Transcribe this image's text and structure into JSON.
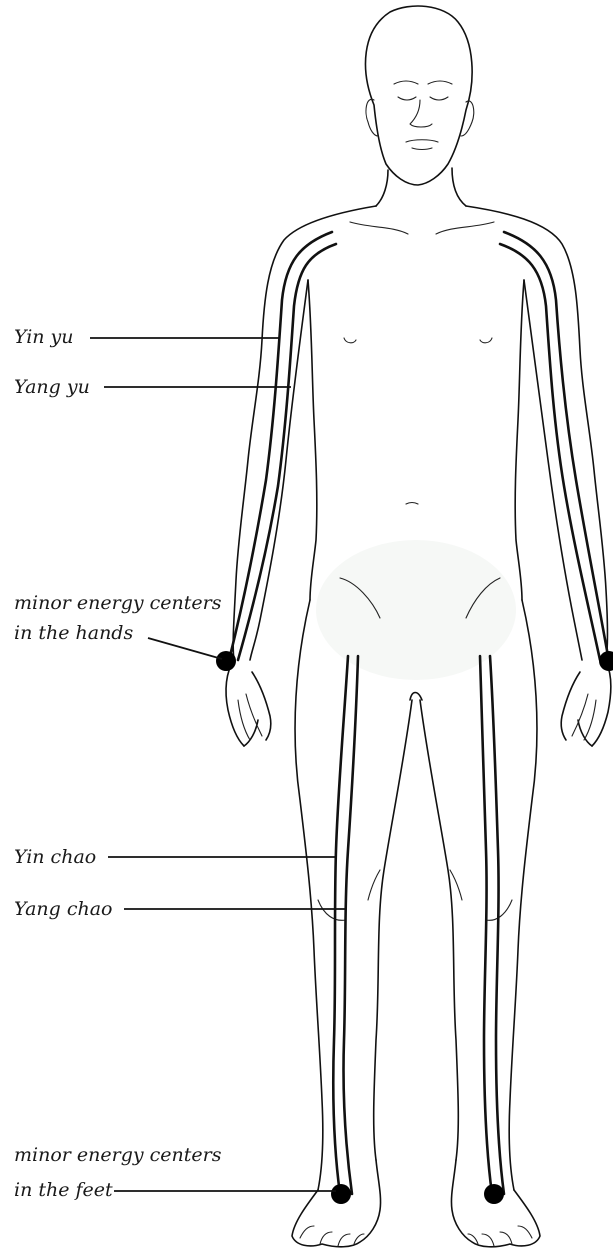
{
  "labels": {
    "yin_yu": "Yin yu",
    "yang_yu": "Yang yu",
    "hands_line1": "minor energy centers",
    "hands_line2": "in the hands",
    "yin_chao": "Yin chao",
    "yang_chao": "Yang chao",
    "feet_line1": "minor energy centers",
    "feet_line2": "in the feet"
  },
  "colors": {
    "ink": "#111111",
    "background": "#ffffff"
  }
}
